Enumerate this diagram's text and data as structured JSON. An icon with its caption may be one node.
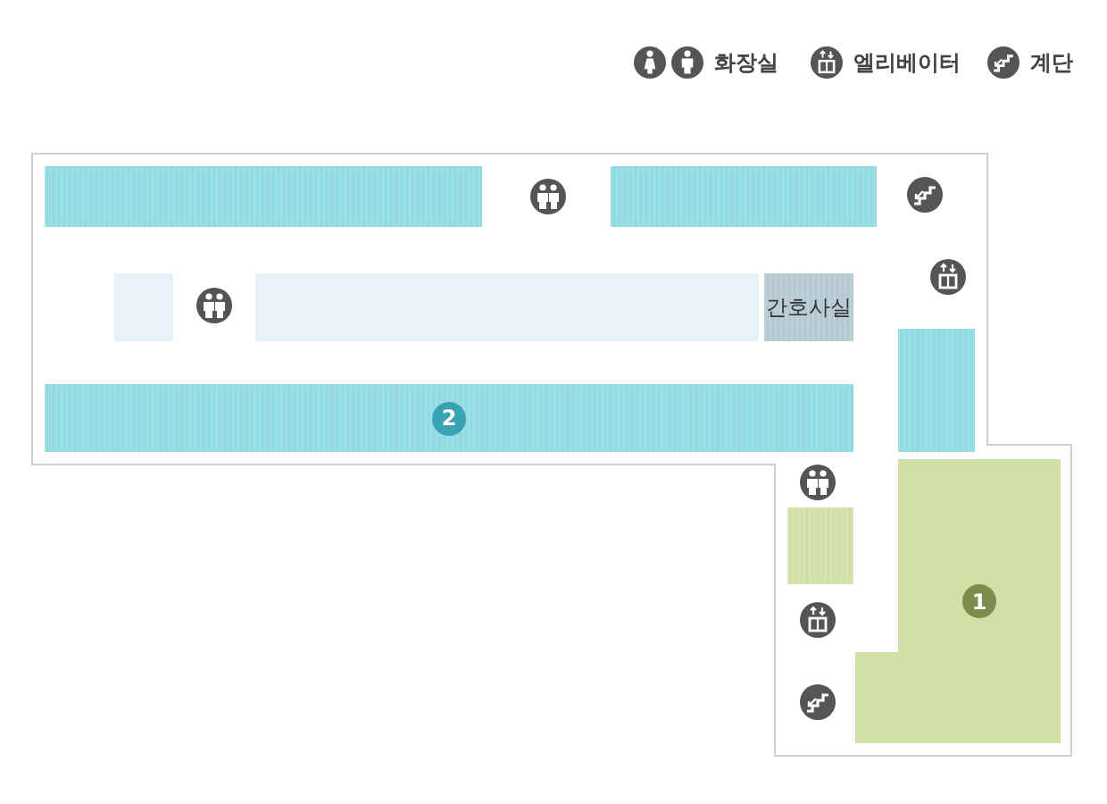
{
  "diagram": {
    "nodes": [
      {
        "text": [],
        "shape": "box"
      },
      {
        "text": [],
        "shape": "box"
      },
      {
        "text": [],
        "shape": "box"
      },
      {
        "text": [],
        "shape": "box"
      },
      {
        "text": [
          "간호사실"
        ]
      },
      {
        "text": [
          "2"
        ]
      },
      {
        "text": [],
        "shape": "box"
      },
      {
        "text": [],
        "shape": "box"
      },
      {
        "text": [
          "1"
        ]
      }
    ],
    "edges": [],
    "legend": [
      {
        "text": "화장실"
      },
      {
        "text": "엘리베이터"
      },
      {
        "text": "계단"
      }
    ]
  }
}
